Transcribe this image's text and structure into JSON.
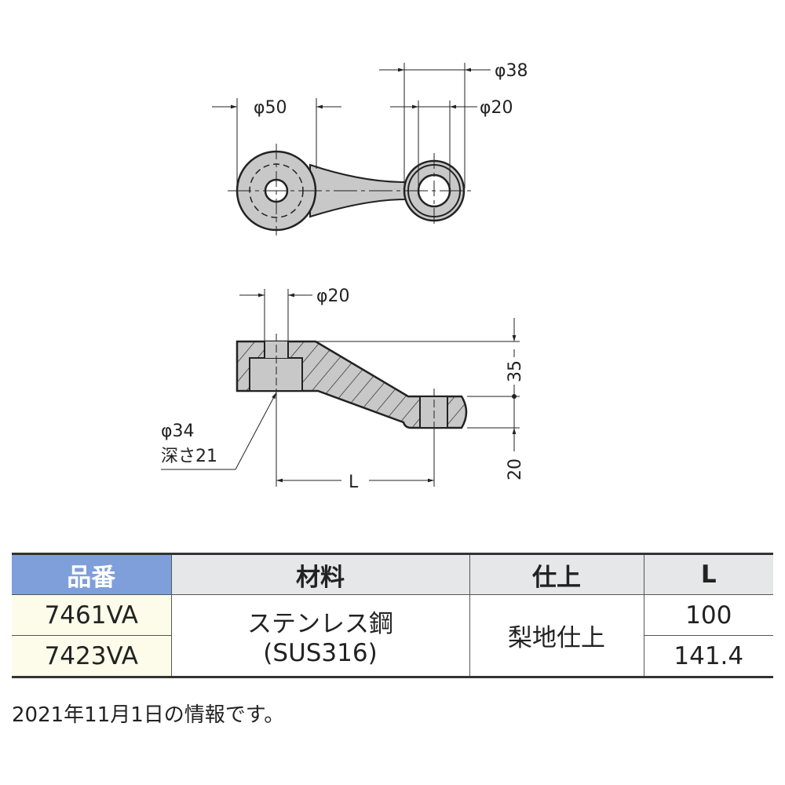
{
  "drawing": {
    "top_view": {
      "dim_big_dia": "φ50",
      "dim_ring_dia": "φ38",
      "dim_hole_dia": "φ20"
    },
    "side_view": {
      "dim_bore_dia": "φ20",
      "dim_height": "35",
      "dim_thickness": "20",
      "dim_length": "L",
      "pocket_dia": "φ34",
      "pocket_depth": "深さ21"
    }
  },
  "table": {
    "headers": [
      "品番",
      "材料",
      "仕上",
      "L"
    ],
    "rows": [
      {
        "part": "7461VA",
        "L": "100"
      },
      {
        "part": "7423VA",
        "L": "141.4"
      }
    ],
    "material_line1": "ステンレス鋼",
    "material_line2": "(SUS316)",
    "finish": "梨地仕上"
  },
  "note": "2021年11月1日の情報です。",
  "colors": {
    "header_accent": "#7f9fda",
    "part_fill": "#c8c8c8",
    "part_cell": "#fdfbea"
  }
}
